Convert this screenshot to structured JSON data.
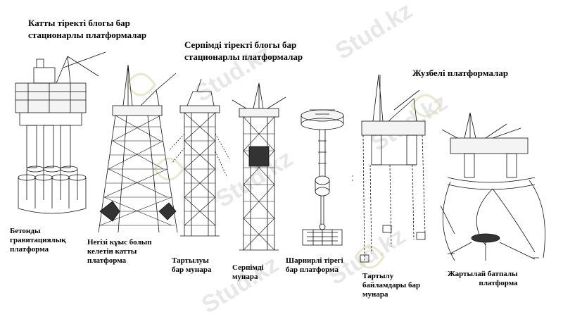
{
  "headers": {
    "rigid": "Катты тіректі  блогы бар\nстационарлы платформалар",
    "flexible": "Серпімді  тіректі  блогы бар\nстационарлы платформалар",
    "floating": "Жузбелі    платформалар"
  },
  "labels": {
    "concrete_gravity": "Бетонды\nгравитациялық\nплатформа",
    "rigid_jacket": "Негізі кұыс болып\nкелетін катты\nплатформа",
    "guyed_tower": "Тартылуы\nбар мунара",
    "compliant_tower": "Серпімді\nмунара",
    "articulated": "Шарнирлі тірегі\nбар платформа",
    "tension_leg": "Тартылу\nбайламдары бар\nмунара",
    "semi_submersible": "Жартылай батпалы\nплатформа"
  },
  "watermark": "Stud.kz",
  "colors": {
    "ink": "#111111",
    "watermark": "#cfcfcf",
    "accent_logo": "#e8e0b0"
  }
}
